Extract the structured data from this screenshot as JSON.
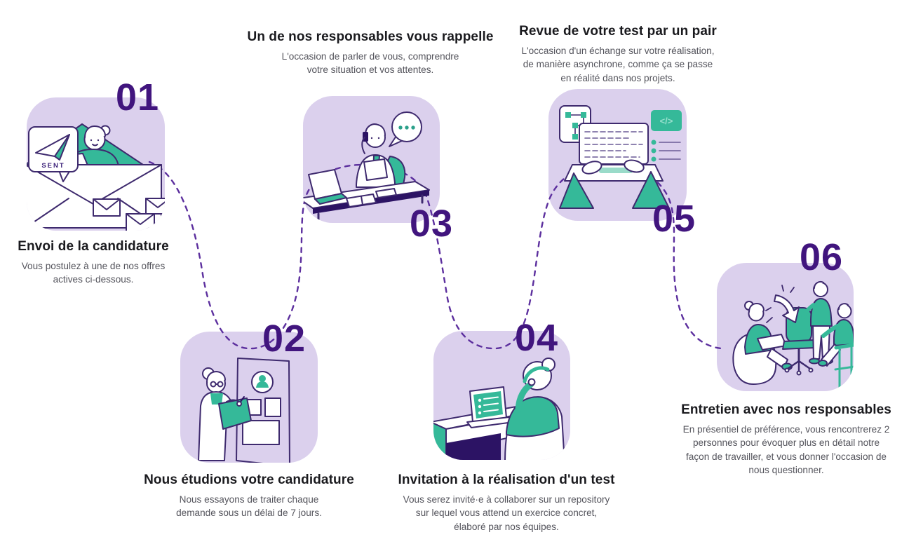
{
  "colors": {
    "background": "#ffffff",
    "tile_background": "#dbd0ed",
    "accent_teal": "#35b999",
    "accent_teal_light": "#96dfcc",
    "outline_indigo": "#3e2a6e",
    "dark_purple": "#2c1364",
    "number_purple": "#41157e",
    "connector_purple": "#5c2f9e",
    "title_text": "#1a1a1e",
    "description_text": "#54545c"
  },
  "steps": [
    {
      "number": "01",
      "title": "Envoi de la candidature",
      "description": "Vous postulez à une de nos offres actives ci-dessous.",
      "illustration": "person-sending-application-envelope"
    },
    {
      "number": "02",
      "title": "Nous étudions votre candidature",
      "description": "Nous essayons de traiter chaque demande sous un délai de 7 jours.",
      "illustration": "recruiter-reviewing-application-board"
    },
    {
      "number": "03",
      "title": "Un de nos responsables vous rappelle",
      "description": "L'occasion de parler de vous, comprendre votre situation et vos attentes.",
      "illustration": "manager-calling-at-desk"
    },
    {
      "number": "04",
      "title": "Invitation à la réalisation d'un test",
      "description": "Vous serez invité·e à collaborer sur un repository sur lequel vous attend un exercice concret, élaboré par nos équipes.",
      "illustration": "candidate-doing-test-on-laptop"
    },
    {
      "number": "05",
      "title": "Revue de votre test par un pair",
      "description": "L'occasion d'un échange sur votre réalisation, de manière asynchrone, comme ça se passe en réalité dans nos projets.",
      "illustration": "peer-code-review-laptop"
    },
    {
      "number": "06",
      "title": "Entretien avec nos responsables",
      "description": "En présentiel de préférence, vous rencontrerez 2 personnes pour évoquer plus en détail notre façon de travailler, et vous donner l'occasion de nous questionner.",
      "illustration": "onsite-interview-discussion"
    }
  ],
  "labels": {
    "sent_badge": "SENT",
    "code_card_glyph": "</>"
  }
}
